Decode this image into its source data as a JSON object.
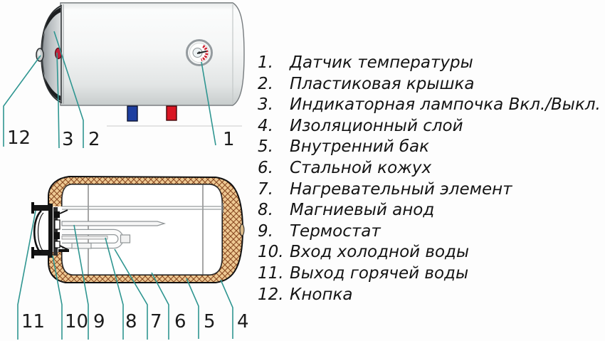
{
  "legend": {
    "items": [
      {
        "num": "1.",
        "label": "Датчик температуры"
      },
      {
        "num": "2.",
        "label": "Пластиковая крышка"
      },
      {
        "num": "3.",
        "label": "Индикаторная лампочка Вкл./Выкл."
      },
      {
        "num": "4.",
        "label": "Изоляционный слой"
      },
      {
        "num": "5.",
        "label": "Внутренний бак"
      },
      {
        "num": "6.",
        "label": "Стальной кожух"
      },
      {
        "num": "7.",
        "label": "Нагревательный элемент"
      },
      {
        "num": "8.",
        "label": "Магниевый анод"
      },
      {
        "num": "9.",
        "label": "Термостат"
      },
      {
        "num": "10.",
        "label": "Вход холодной воды"
      },
      {
        "num": "11.",
        "label": "Выход горячей воды"
      },
      {
        "num": "12.",
        "label": "Кнопка"
      }
    ]
  },
  "diagram_labels": {
    "n1": "1",
    "n2": "2",
    "n3": "3",
    "n4": "4",
    "n5": "5",
    "n6": "6",
    "n7": "7",
    "n8": "8",
    "n9": "9",
    "n10": "10",
    "n11": "11",
    "n12": "12"
  },
  "colors": {
    "callout_line": "#2f9691",
    "insulation_fill": "#eec993",
    "insulation_hatch": "#8a4a22",
    "cold_pipe": "#1e3fa0",
    "hot_pipe": "#d91623",
    "indicator_lamp": "#c2203a",
    "gauge_scale": "#cf1f2f"
  }
}
